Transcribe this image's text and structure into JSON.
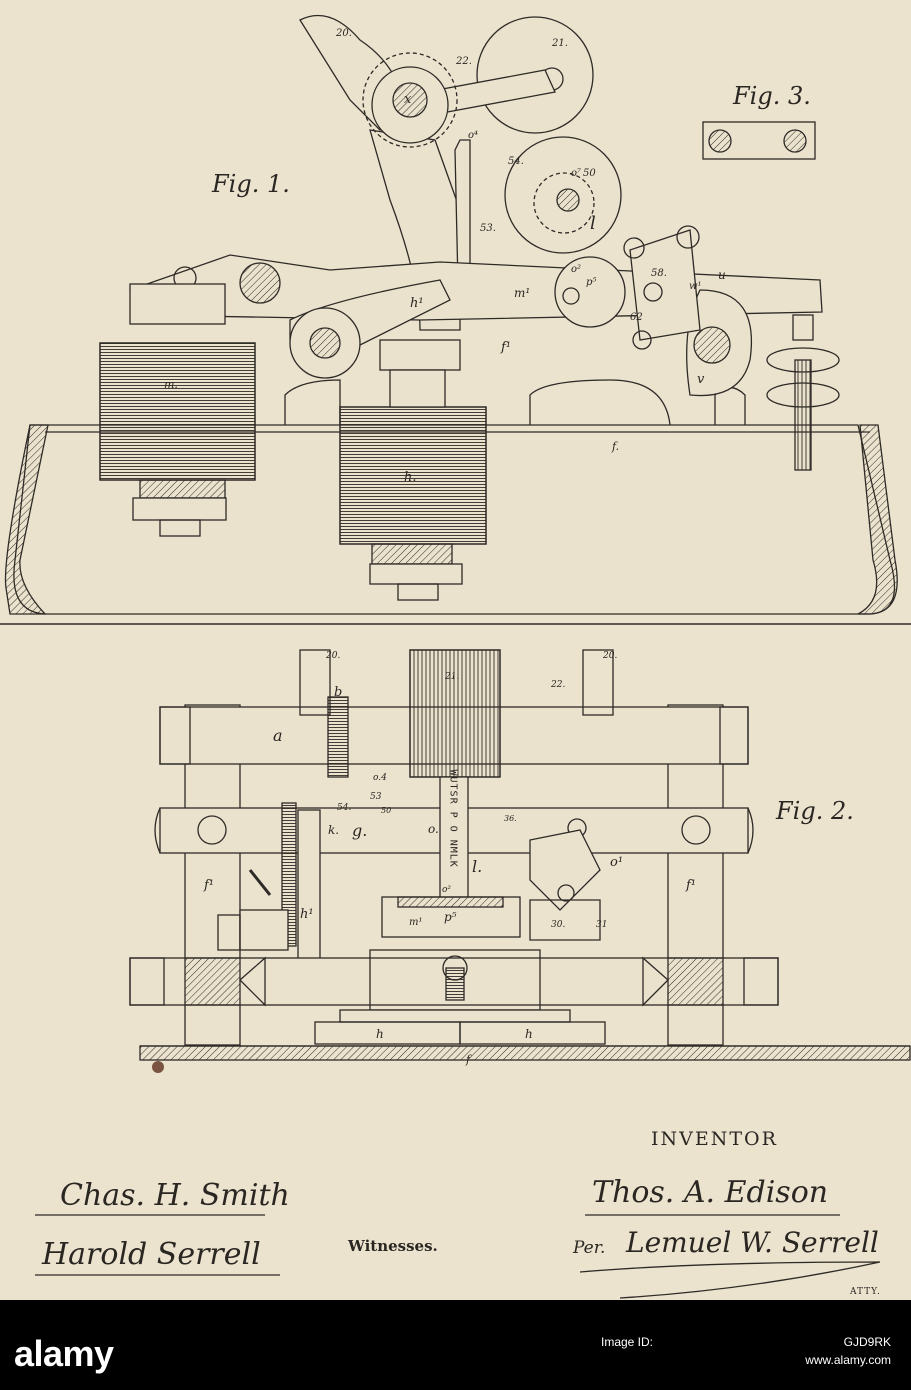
{
  "figure_labels": {
    "fig1": "Fig. 1.",
    "fig2": "Fig. 2.",
    "fig3": "Fig. 3."
  },
  "part_labels_fig1": [
    "20.",
    "22.",
    "21.",
    "x",
    "o⁴",
    "54.",
    "o⁷",
    "50",
    "l",
    "53.",
    "o²",
    "p⁵",
    "58.",
    "u",
    "w¹",
    "h¹",
    "m¹",
    "62",
    "f¹",
    "m.",
    "h.",
    "v",
    "f."
  ],
  "part_labels_fig2": [
    "20.",
    "20.",
    "21.",
    "22.",
    "b",
    "a",
    "o.4",
    "54.",
    "53",
    "50",
    "k.",
    "g.",
    "o.",
    "36.",
    "o¹",
    "l.",
    "o²",
    "p⁵",
    "m¹",
    "30.",
    "31",
    "f¹",
    "f¹",
    "h¹",
    "h",
    "h",
    "f"
  ],
  "type_wheel_letters": "WUTSR P O NMLK",
  "inventor_heading": "INVENTOR",
  "inventor_signature": "Thos. A. Edison",
  "attorney_prefix": "Per.",
  "attorney_signature": "Lemuel W. Serrell",
  "attorney_suffix": "ATTY.",
  "witness_signatures": [
    "Chas. H. Smith",
    "Harold Serrell"
  ],
  "witnesses_label": "Witnesses.",
  "footer": {
    "logo": "alamy",
    "image_id_label": "Image ID:",
    "image_id": "GJD9RK",
    "url": "www.alamy.com"
  },
  "colors": {
    "paper": "#ece3cf",
    "ink": "#2e2a26",
    "footer_bg": "#000000",
    "footer_text": "#ffffff"
  }
}
